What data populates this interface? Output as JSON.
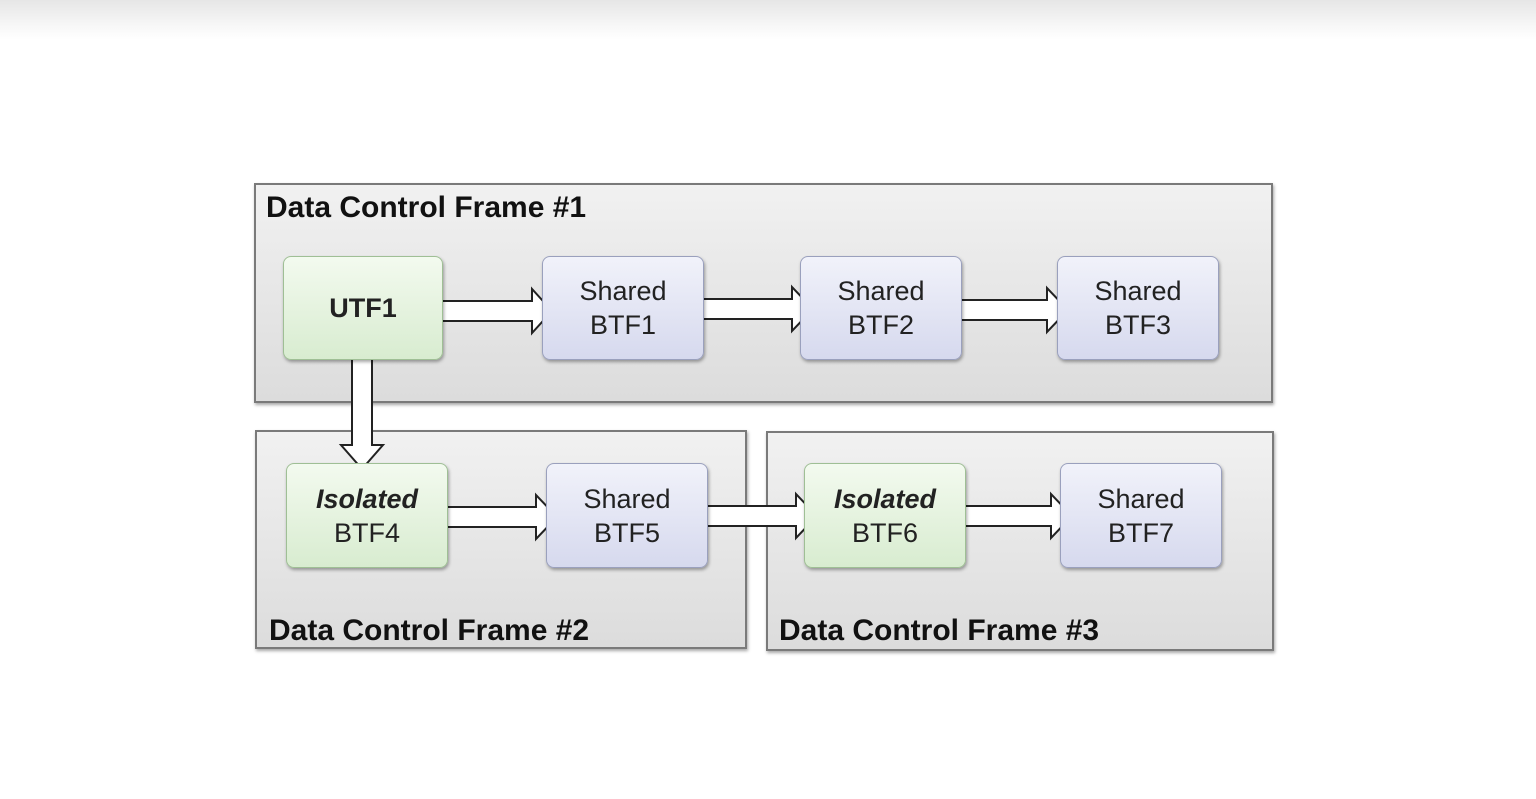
{
  "frames": {
    "frame1": {
      "title": "Data Control Frame #1"
    },
    "frame2": {
      "title": "Data Control Frame #2"
    },
    "frame3": {
      "title": "Data Control Frame #3"
    }
  },
  "nodes": {
    "utf1": {
      "line1": "",
      "line2": "UTF1",
      "kind": "user",
      "color": "#dcefd4"
    },
    "btf1": {
      "line1": "Shared",
      "line2": "BTF1",
      "kind": "shared",
      "color": "#dadcf0"
    },
    "btf2": {
      "line1": "Shared",
      "line2": "BTF2",
      "kind": "shared",
      "color": "#dadcf0"
    },
    "btf3": {
      "line1": "Shared",
      "line2": "BTF3",
      "kind": "shared",
      "color": "#dadcf0"
    },
    "btf4": {
      "line1": "Isolated",
      "line2": "BTF4",
      "kind": "isolated",
      "color": "#dcefd4"
    },
    "btf5": {
      "line1": "Shared",
      "line2": "BTF5",
      "kind": "shared",
      "color": "#dadcf0"
    },
    "btf6": {
      "line1": "Isolated",
      "line2": "BTF6",
      "kind": "isolated",
      "color": "#dcefd4"
    },
    "btf7": {
      "line1": "Shared",
      "line2": "BTF7",
      "kind": "shared",
      "color": "#dadcf0"
    }
  },
  "edges": [
    {
      "from": "UTF1",
      "to": "BTF1",
      "direction": "right"
    },
    {
      "from": "BTF1",
      "to": "BTF2",
      "direction": "right"
    },
    {
      "from": "BTF2",
      "to": "BTF3",
      "direction": "right"
    },
    {
      "from": "UTF1",
      "to": "BTF4",
      "direction": "down"
    },
    {
      "from": "BTF4",
      "to": "BTF5",
      "direction": "right"
    },
    {
      "from": "BTF5",
      "to": "BTF6",
      "direction": "right"
    },
    {
      "from": "BTF6",
      "to": "BTF7",
      "direction": "right"
    }
  ]
}
